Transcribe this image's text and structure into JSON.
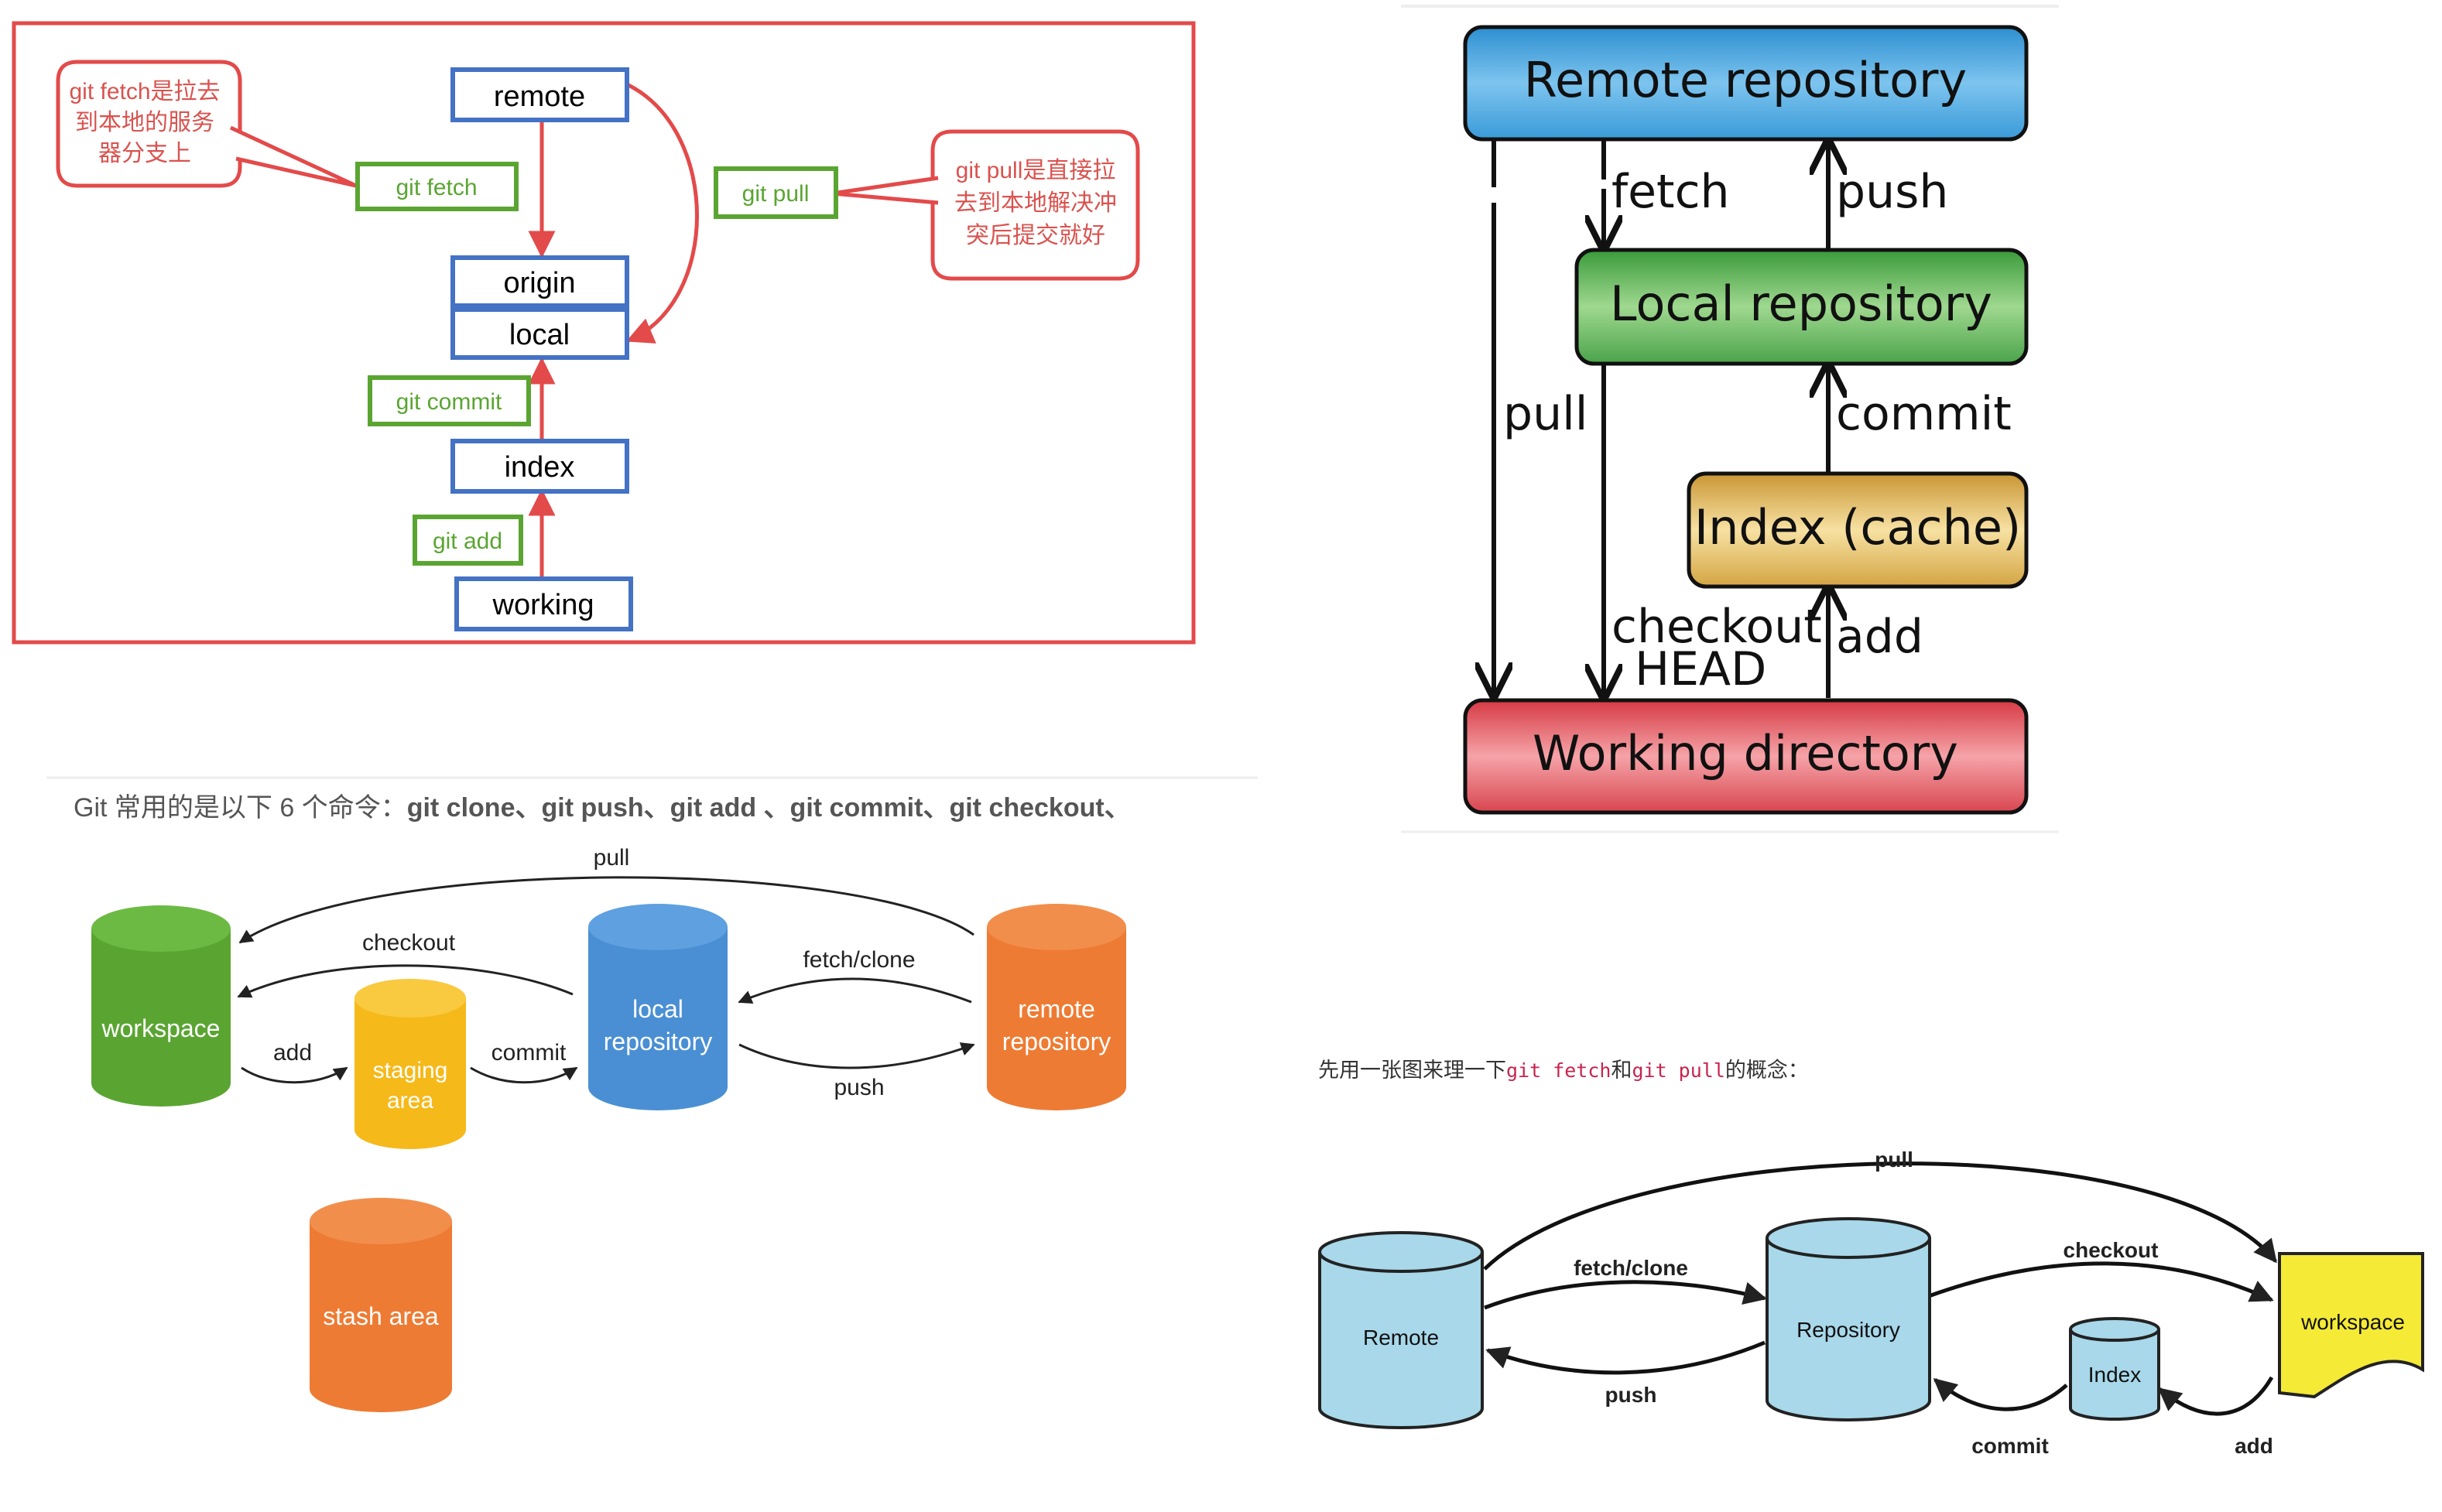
{
  "panel_tl": {
    "fetch_note": [
      "git fetch是拉去",
      "到本地的服务",
      "器分支上"
    ],
    "pull_note": [
      "git pull是直接拉",
      "去到本地解决冲",
      "突后提交就好"
    ],
    "nodes": {
      "remote": "remote",
      "origin": "origin",
      "local": "local",
      "index": "index",
      "working": "working"
    },
    "commands": {
      "fetch": "git fetch",
      "pull": "git pull",
      "commit": "git commit",
      "add": "git add"
    },
    "colors": {
      "frame": "#e34a4a",
      "node_border": "#4472c4",
      "cmd_border": "#5aa532",
      "cmd_text": "#5aa532",
      "note_text": "#d9534f",
      "arrow": "#e34a4a"
    }
  },
  "panel_tr": {
    "boxes": {
      "remote": "Remote repository",
      "local": "Local repository",
      "index": "Index (cache)",
      "working": "Working directory"
    },
    "labels": {
      "fetch": "fetch",
      "push": "push",
      "pull": "pull",
      "commit": "commit",
      "checkout": "checkout",
      "head": "HEAD",
      "add": "add"
    },
    "colors": {
      "remote": "#4fa3d9",
      "local": "#52a852",
      "index": "#d8a94a",
      "working": "#d9484f"
    }
  },
  "panel_bl": {
    "heading_prefix": "Git 常用的是以下 6 个命令：",
    "heading_cmds": "git clone、git push、git add 、git commit、git checkout、",
    "cylinders": {
      "workspace": [
        "workspace"
      ],
      "staging": [
        "staging",
        "area"
      ],
      "local": [
        "local",
        "repository"
      ],
      "remote": [
        "remote",
        "repository"
      ],
      "stash": [
        "stash area"
      ]
    },
    "labels": {
      "pull": "pull",
      "checkout": "checkout",
      "fetch_clone": "fetch/clone",
      "add": "add",
      "commit": "commit",
      "push": "push"
    },
    "colors": {
      "workspace": "#5aa532",
      "staging": "#f6b91a",
      "local": "#4a8fd4",
      "remote": "#ee7b33",
      "stash": "#ee7b33"
    }
  },
  "panel_br": {
    "intro_a": "先用一张图来理一下",
    "code_fetch": "git fetch",
    "intro_b": "和",
    "code_pull": "git pull",
    "intro_c": "的概念：",
    "nodes": {
      "remote": "Remote",
      "repository": "Repository",
      "index": "Index",
      "workspace": "workspace"
    },
    "labels": {
      "pull": "pull",
      "fetch_clone": "fetch/clone",
      "checkout": "checkout",
      "push": "push",
      "commit": "commit",
      "add": "add"
    },
    "colors": {
      "cylinder": "#a8d8ea",
      "workspace": "#f5ea35",
      "code_text": "#c7254e"
    }
  }
}
